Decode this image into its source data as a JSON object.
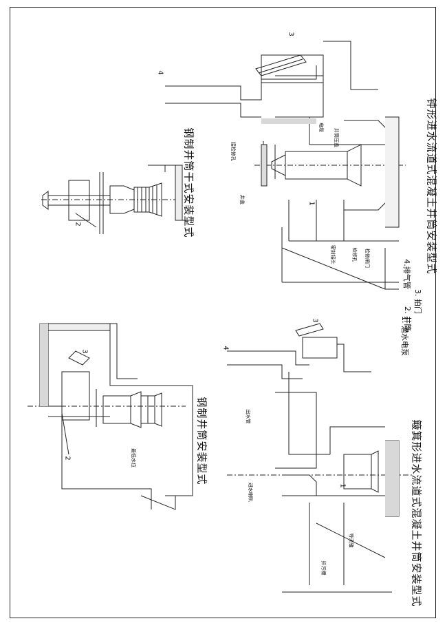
{
  "titles": {
    "steel_shaft_dry": "钢制井筒干式安装型式",
    "steel_shaft_wet": "钢制井筒安装型式",
    "concrete_shaft_a": "钟形进水流道式混凝土井筒安装型式",
    "concrete_shaft_b": "簸箕形进水流道式混凝土井筒安装型式"
  },
  "legend": [
    "1. 潜水电泵",
    "2. 井筒",
    "3. 拍门",
    "4.排气管"
  ],
  "numbers": [
    "1",
    "2",
    "3",
    "4"
  ],
  "annotations": {
    "a1": "接检修孔",
    "a2": "井盖",
    "a3": "电缆",
    "a4": "井筒压盖",
    "a5": "密封接头",
    "a6": "检修孔",
    "a7": "检修闸门",
    "a8": "拦污栅",
    "a9": "进水喇叭",
    "a10": "最低水位",
    "a11": "出水管",
    "a12": "导流锥"
  }
}
